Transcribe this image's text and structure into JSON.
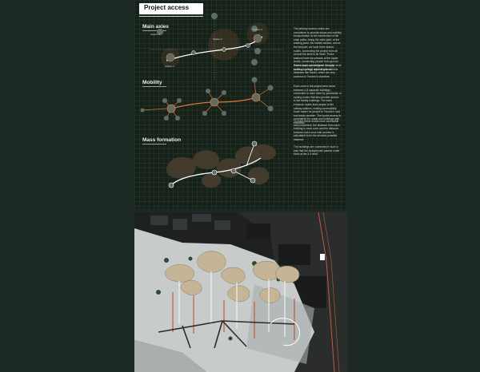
{
  "title": "Project access",
  "sections": {
    "main_axes": {
      "title": "Main axies"
    },
    "mobility": {
      "title": "Mobility"
    },
    "mass_formation": {
      "title": "Mass formation"
    }
  },
  "paragraphs": {
    "p1": "The primary access routes are considered to provide shops and mobility transportation at the intersection of the main paths. Along the main path, at the starting point, the middle section, and at the last part, we have three station nodes, connecting the project from all around the area to its heart. These stations have two phases at the upper levels, connecting people from ground level to each special level. Friendly walking, cycling, and riding to stations.",
    "p2": "These stops are designed as upper level to secure people against natural disasters like floods, which are very common in Toronto's shoreline.",
    "p3": "Each zone in the project area forms between 4-5 separate buildings, connected to each other by pedestrian or cycling routes that also provide access to the facility buildings. The main entrance routes lead people to the railway stations, making accessibility much easier for people in Toronto's cold and windy weather. The inputs access is considered for roads and buildings with elevators.",
    "p4": "To make these routes more accessible and convenient, the distance from each building to each zone and the distance between each zone with another is calculated to be the shortest possible distance.",
    "p5": "The buildings are connected in such a way that the straight path passes under them at the 2-3 level."
  },
  "labels": {
    "station1": "Station 1",
    "station2": "Station 2",
    "station3": "Station 3",
    "station4": "Station 4"
  },
  "colors": {
    "accent": "#d2783c",
    "node": "#5e6e67",
    "path": "#ffffff",
    "blob": "#4a4030"
  }
}
